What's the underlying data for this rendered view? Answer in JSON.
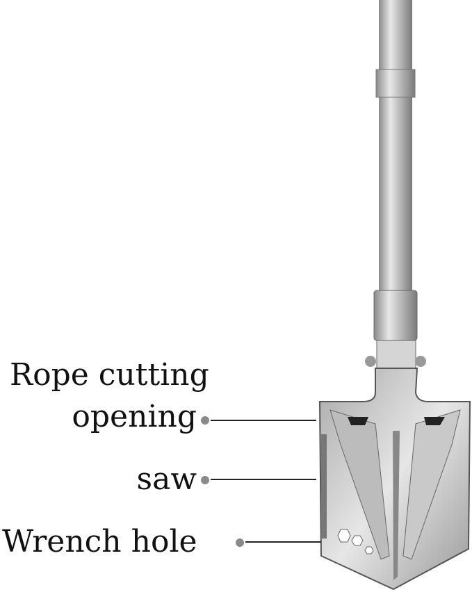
{
  "labels": {
    "rope_line1": "Rope cutting",
    "rope_line2": "opening",
    "saw": "saw",
    "wrench": "Wrench hole"
  },
  "colors": {
    "text": "#111111",
    "callout_dot": "#8a8a8a",
    "line": "#222222",
    "steel": "#c8c8c8"
  }
}
